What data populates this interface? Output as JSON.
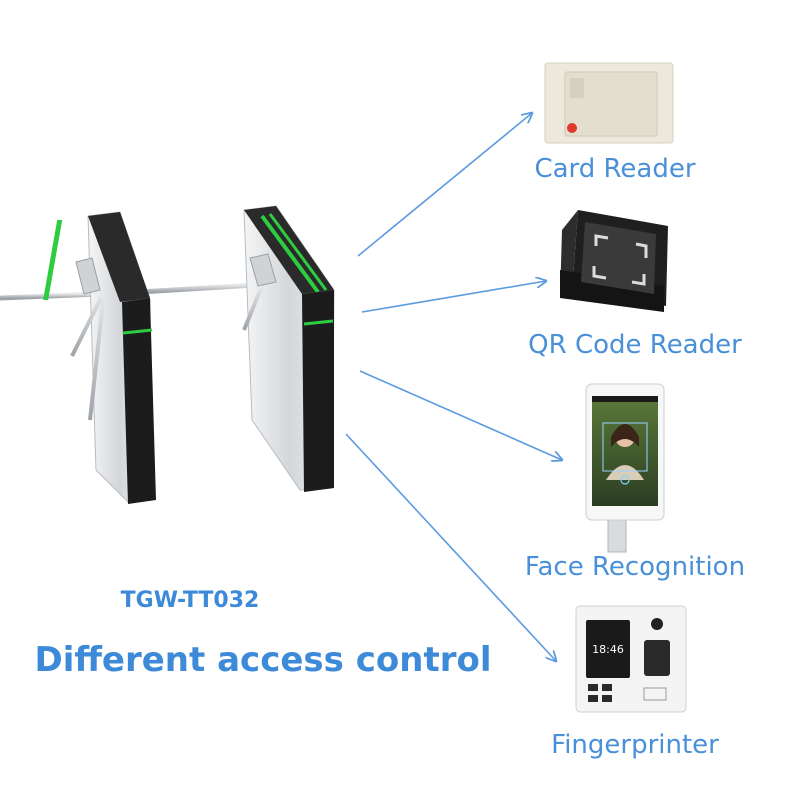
{
  "product": {
    "model": "TGW-TT032",
    "headline": "Different access control"
  },
  "devices": [
    {
      "label": "Card Reader"
    },
    {
      "label": "QR Code Reader"
    },
    {
      "label": "Face Recognition"
    },
    {
      "label": "Fingerprinter"
    }
  ],
  "fingerprint_screen": {
    "time": "18:46"
  },
  "colors": {
    "accent": "#4a90d9",
    "arrow": "#5b9be0",
    "turnstile_light": "#2ecc40",
    "turnstile_frame": "#1c1c1c",
    "turnstile_steel": "#d9dcdf"
  }
}
